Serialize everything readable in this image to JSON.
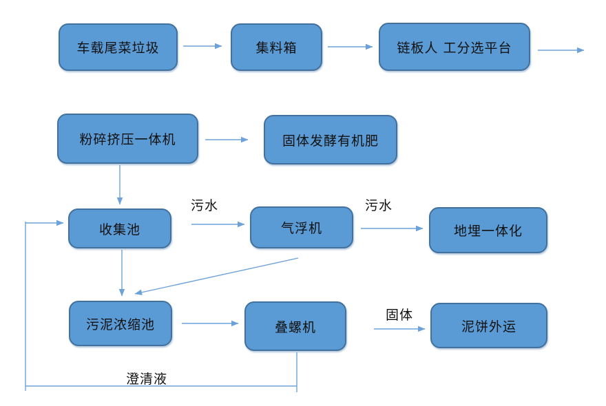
{
  "diagram": {
    "title": "",
    "nodes": {
      "truck_waste": {
        "label": "车载尾菜垃圾"
      },
      "collection_box": {
        "label": "集料箱"
      },
      "sorting_platform": {
        "label": "链板人 工分选平台"
      },
      "crusher_press": {
        "label": "粉碎挤压一体机"
      },
      "solid_fertilizer": {
        "label": "固体发酵有机肥"
      },
      "collection_pool": {
        "label": "收集池"
      },
      "air_flotation": {
        "label": "气浮机"
      },
      "buried_integration": {
        "label": "地埋一体化"
      },
      "sludge_thickening": {
        "label": "污泥浓缩池"
      },
      "screw_press": {
        "label": "叠螺机"
      },
      "mud_cake_out": {
        "label": "泥饼外运"
      }
    },
    "edge_labels": {
      "sewage_1": "污水",
      "sewage_2": "污水",
      "solid": "固体",
      "clarified_liquid": "澄清液"
    },
    "colors": {
      "node_fill": "#5b9bd5",
      "node_border": "#41719c",
      "connector": "#6da2d8",
      "label_color": "#111111",
      "canvas_bg": "#ffffff"
    }
  }
}
